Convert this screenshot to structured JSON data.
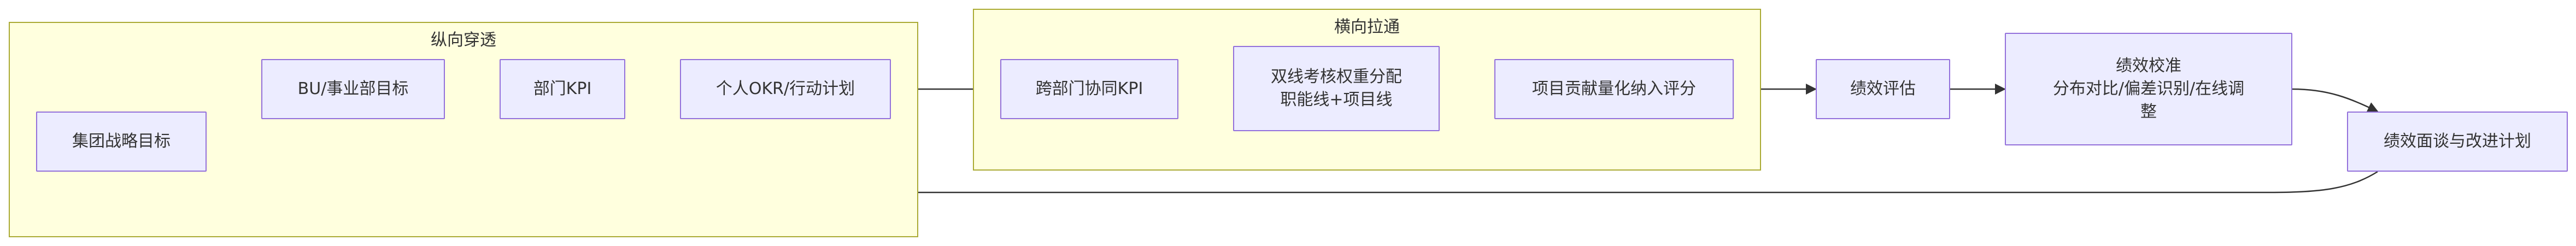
{
  "clusters": {
    "vertical": {
      "label": "纵向穿透"
    },
    "horizontal": {
      "label": "横向拉通"
    }
  },
  "nodes": {
    "group_strategy": {
      "label": "集团战略目标"
    },
    "bu_goal": {
      "label": "BU/事业部目标"
    },
    "dept_kpi": {
      "label": "部门KPI"
    },
    "personal_okr": {
      "label": "个人OKR/行动计划"
    },
    "cross_dept_kpi": {
      "label": "跨部门协同KPI"
    },
    "dual_line_weight": {
      "lines": [
        "双线考核权重分配",
        "职能线+项目线"
      ]
    },
    "project_contribution": {
      "label": "项目贡献量化纳入评分"
    },
    "performance_eval": {
      "label": "绩效评估"
    },
    "calibration": {
      "lines": [
        "绩效校准",
        "分布对比/偏差识别/在线调",
        "整"
      ]
    },
    "review_plan": {
      "label": "绩效面谈与改进计划"
    }
  },
  "colors": {
    "node_fill": "#ececff",
    "node_border": "#9370db",
    "cluster_fill": "#ffffde",
    "cluster_border": "#aaaa33",
    "edge": "#333333"
  }
}
